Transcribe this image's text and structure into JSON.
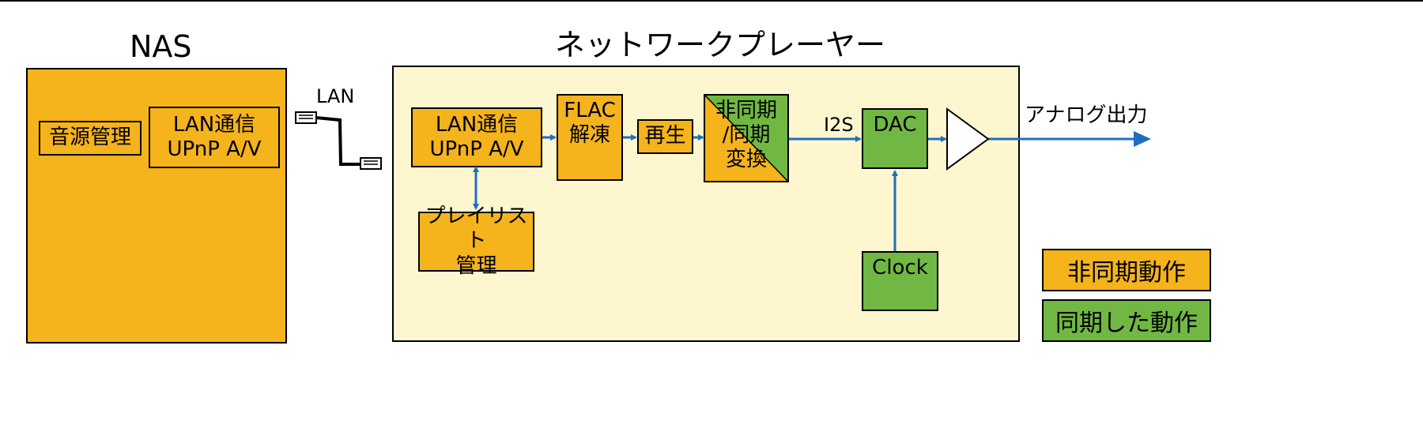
{
  "nas": {
    "title": "NAS",
    "source_mgmt": "音源管理",
    "lan_line1": "LAN通信",
    "lan_line2": "UPnP A/V"
  },
  "lan_label": "LAN",
  "player": {
    "title": "ネットワークプレーヤー",
    "lan_line1": "LAN通信",
    "lan_line2": "UPnP A/V",
    "playlist_line1": "プレイリスト",
    "playlist_line2": "管理",
    "flac_line1": "FLAC",
    "flac_line2": "解凍",
    "play": "再生",
    "conv_line1": "非同期",
    "conv_line2": "/同期",
    "conv_line3": "変換",
    "i2s": "I2S",
    "dac": "DAC",
    "clock": "Clock"
  },
  "analog_out": "アナログ出力",
  "legend": {
    "async": "非同期動作",
    "sync": "同期した動作"
  },
  "colors": {
    "async": "#f5b31c",
    "sync": "#70b843",
    "player_bg": "#fdf6cf",
    "arrow": "#1f6fbf"
  }
}
